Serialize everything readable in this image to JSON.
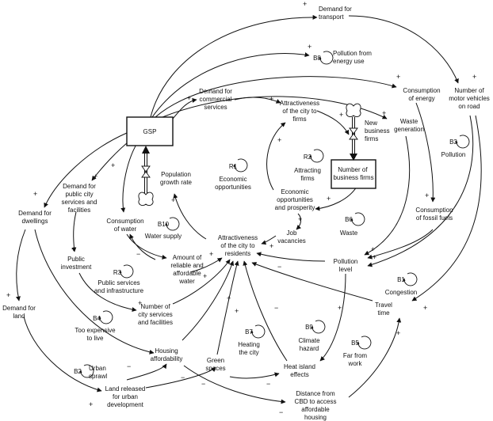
{
  "stocks": {
    "gsp": "GSP",
    "business_firms": [
      "Number of",
      "business firms"
    ]
  },
  "flows": {
    "population_growth_rate": [
      "Population",
      "growth rate"
    ],
    "new_business_firms": [
      "New",
      "business",
      "firms"
    ]
  },
  "variables": {
    "demand_transport": [
      "Demand for",
      "transport"
    ],
    "pollution_energy": [
      "Pollution from",
      "energy use"
    ],
    "consumption_energy": [
      "Consumption",
      "of energy"
    ],
    "motor_vehicles": [
      "Number of",
      "motor vehicles",
      "on road"
    ],
    "demand_commercial": [
      "Demand for",
      "commercial",
      "services"
    ],
    "attract_firms": [
      "Attractiveness",
      "of the city to",
      "firms"
    ],
    "waste_generation": [
      "Waste",
      "generation"
    ],
    "econ_opportunities": [
      "Economic",
      "opportunities",
      "and prosperity"
    ],
    "job_vacancies": [
      "Job",
      "vacancies"
    ],
    "consumption_fossil": [
      "Consumption",
      "of fossil fuels"
    ],
    "demand_public": [
      "Demand for",
      "public city",
      "services and",
      "facilities"
    ],
    "demand_dwellings": [
      "Demand for",
      "dwellings"
    ],
    "consumption_water": [
      "Consumption",
      "of water"
    ],
    "public_investment": [
      "Public",
      "investment"
    ],
    "amount_water": [
      "Amount of",
      "reliable and",
      "affordable",
      "water"
    ],
    "attract_residents": [
      "Attractiveness",
      "of the city to",
      "residents"
    ],
    "pollution_level": [
      "Pollution",
      "level"
    ],
    "travel_time": [
      "Travel",
      "time"
    ],
    "demand_land": [
      "Demand for",
      "land"
    ],
    "num_city_services": [
      "Number of",
      "city services",
      "and facilities"
    ],
    "housing_affordability": [
      "Housing",
      "affordability"
    ],
    "green_spaces": [
      "Green",
      "spaces"
    ],
    "heat_island": [
      "Heat island",
      "effects"
    ],
    "land_released": [
      "Land released",
      "for urban",
      "development"
    ],
    "distance_cbd": [
      "Distance from",
      "CBD to access",
      "affordable",
      "housing"
    ]
  },
  "loops": {
    "r1": {
      "id": "R1",
      "name": [
        "Economic",
        "opportunities"
      ]
    },
    "r2": {
      "id": "R2",
      "name": [
        "Attracting",
        "firms"
      ]
    },
    "r3": {
      "id": "R3",
      "name": [
        "Public services",
        "and infrastructure"
      ]
    },
    "b1": {
      "id": "B1",
      "name": [
        "Congestion"
      ]
    },
    "b2": {
      "id": "B2",
      "name": [
        "Urban",
        "sprawl"
      ]
    },
    "b3": {
      "id": "B3",
      "name": [
        "Pollution"
      ]
    },
    "b4": {
      "id": "B4",
      "name": [
        "Too expensive",
        "to live"
      ]
    },
    "b5": {
      "id": "B5",
      "name": [
        "Far from",
        "work"
      ]
    },
    "b6": {
      "id": "B6",
      "name": [
        "Waste"
      ]
    },
    "b7": {
      "id": "B7",
      "name": [
        "Heating",
        "the city"
      ]
    },
    "b8": {
      "id": "B8",
      "name": [
        "Pollution from",
        "energy use"
      ]
    },
    "b9": {
      "id": "B9",
      "name": [
        "Climate",
        "hazard"
      ]
    },
    "b10": {
      "id": "B10",
      "name": [
        "Water supply"
      ]
    }
  },
  "polarity": {
    "positive": "+",
    "negative": "−"
  }
}
